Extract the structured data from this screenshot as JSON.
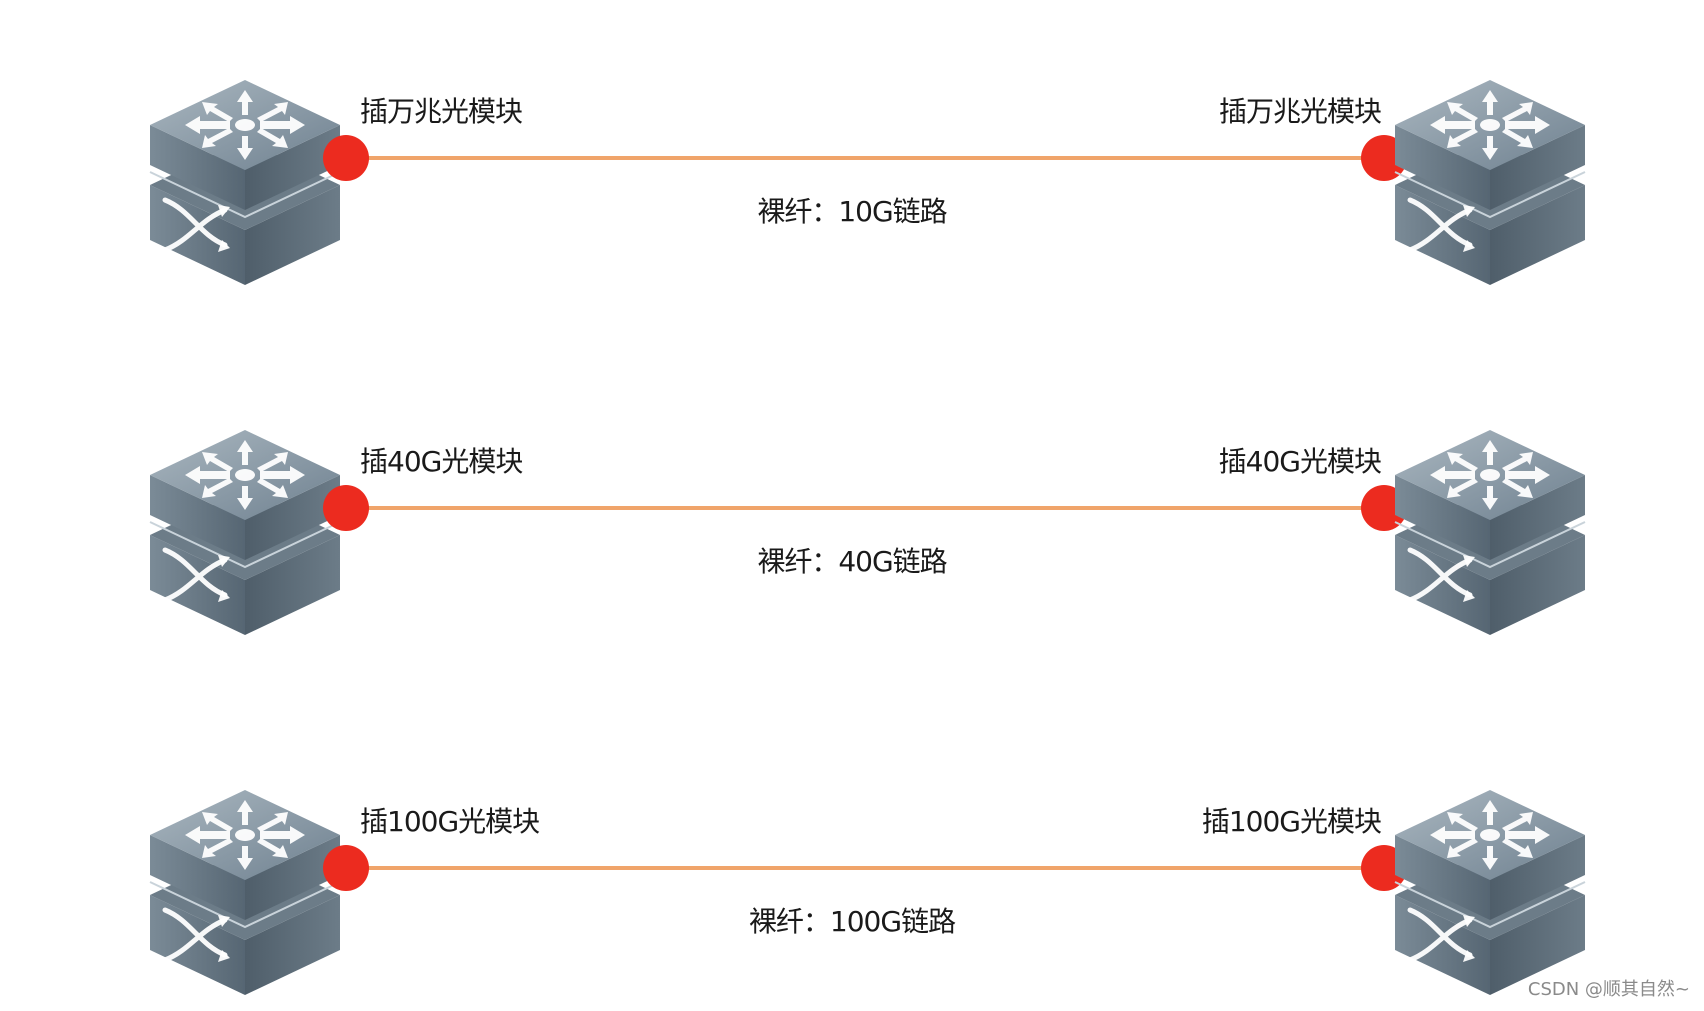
{
  "rows": [
    {
      "left_module_label": "插万兆光模块",
      "right_module_label": "插万兆光模块",
      "link_label": "裸纤：10G链路"
    },
    {
      "left_module_label": "插40G光模块",
      "right_module_label": "插40G光模块",
      "link_label": "裸纤：40G链路"
    },
    {
      "left_module_label": "插100G光模块",
      "right_module_label": "插100G光模块",
      "link_label": "裸纤：100G链路"
    }
  ],
  "watermark": "CSDN @顺其自然~",
  "colors": {
    "link": "#f0a46a",
    "port": "#ec2b1f",
    "switch_body": "#6b7c88",
    "switch_top": "#8a9aa6"
  },
  "icons": {
    "device": "layer3-switch-icon"
  }
}
